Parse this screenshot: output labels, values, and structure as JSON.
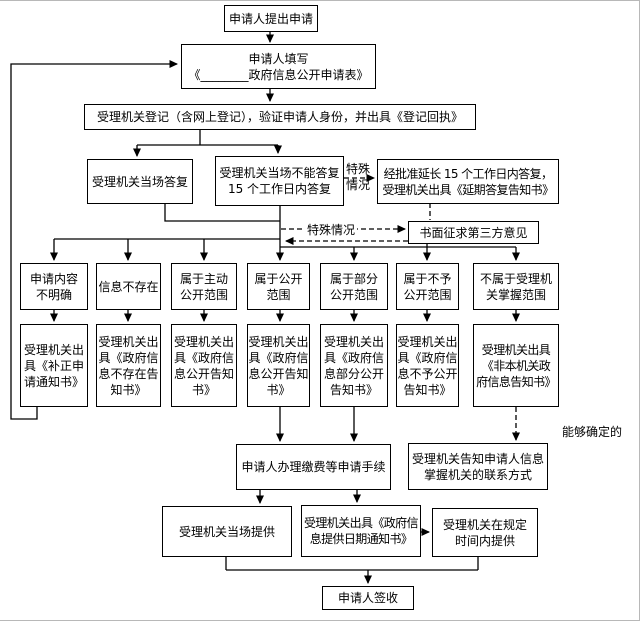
{
  "flow": {
    "submit": "申请人提出申请",
    "fill_form": "申请人填写\n《________政府信息公开申请表》",
    "register": "受理机关登记（含网上登记），验证申请人身份，并出具《登记回执》",
    "reply_onsite": "受理机关当场答复",
    "reply_later": "受理机关当场不能答复\n15 个工作日内答复",
    "reply_extended": "经批准延长 15 个工作日内答复，\n受理机关出具《延期答复告知书》",
    "seek_third_party": "书面征求第三方意见",
    "labels": {
      "special_case_vertical": "特殊\n情况",
      "special_case_horizontal": "特殊情况",
      "determinable": "能够确定的"
    },
    "branches": [
      {
        "condition": "申请内容\n不明确",
        "notice": "受理机关出\n具《补正申\n请通知书》"
      },
      {
        "condition": "信息不存在",
        "notice": "受理机关出\n具《政府信\n息不存在告\n知书》"
      },
      {
        "condition": "属于主动\n公开范围",
        "notice": "受理机关出\n具《政府信\n息公开告知\n书》"
      },
      {
        "condition": "属于公开\n范围",
        "notice": "受理机关出\n具《政府信\n息公开告知\n书》"
      },
      {
        "condition": "属于部分\n公开范围",
        "notice": "受理机关出\n具《政府信\n息部分公开\n告知书》"
      },
      {
        "condition": "属于不予\n公开范围",
        "notice": "受理机关出\n具《政府信\n息不予公开\n告知书》"
      },
      {
        "condition": "不属于受理机\n关掌握范围",
        "notice": "受理机关出具\n《非本机关政\n府信息告知书》"
      }
    ],
    "pay_fees": "申请人办理缴费等申请手续",
    "notify_contact": "受理机关告知申请人信息\n掌握机关的联系方式",
    "provide_onsite": "受理机关当场提供",
    "provide_date_notice": "受理机关出具《政府信\n息提供日期通知书》",
    "provide_in_time": "受理机关在规定\n时间内提供",
    "sign_receipt": "申请人签收"
  }
}
